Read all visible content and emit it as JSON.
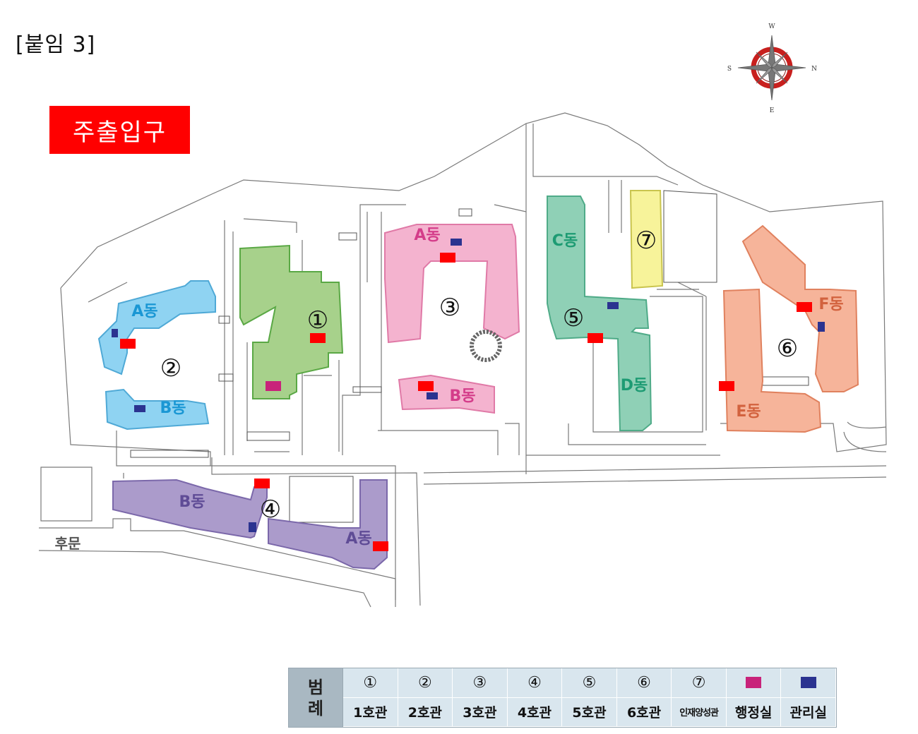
{
  "page_label": "[붙임 3]",
  "entrance_label": "주출입구",
  "back_gate_label": "후문",
  "compass": {
    "w": "W",
    "s": "S",
    "n": "N",
    "e": "E"
  },
  "colors": {
    "entrance_red": "#ff0000",
    "admin_magenta": "#c8237a",
    "office_navy": "#2b3390",
    "building1_green": "#a7d18b",
    "building2_blue": "#8fd3f2",
    "building3_pink": "#f4b3cf",
    "building4_purple": "#ab9bcb",
    "building5_teal": "#8fd0b6",
    "building6_salmon": "#f6b49a",
    "building7_yellow": "#f7f39a"
  },
  "buildings": [
    {
      "number": "①",
      "wings": []
    },
    {
      "number": "②",
      "wings": [
        "A동",
        "B동"
      ]
    },
    {
      "number": "③",
      "wings": [
        "A동",
        "B동"
      ]
    },
    {
      "number": "④",
      "wings": [
        "A동",
        "B동"
      ]
    },
    {
      "number": "⑤",
      "wings": [
        "C동",
        "D동"
      ]
    },
    {
      "number": "⑥",
      "wings": [
        "E동",
        "F동"
      ]
    },
    {
      "number": "⑦",
      "wings": []
    }
  ],
  "legend": {
    "title_top": "범",
    "title_bottom": "례",
    "items": [
      {
        "symbol": "①",
        "name": "1호관"
      },
      {
        "symbol": "②",
        "name": "2호관"
      },
      {
        "symbol": "③",
        "name": "3호관"
      },
      {
        "symbol": "④",
        "name": "4호관"
      },
      {
        "symbol": "⑤",
        "name": "5호관"
      },
      {
        "symbol": "⑥",
        "name": "6호관"
      },
      {
        "symbol": "⑦",
        "name": "인재양성관"
      },
      {
        "swatch": "admin",
        "name": "행정실"
      },
      {
        "swatch": "office",
        "name": "관리실"
      }
    ]
  }
}
